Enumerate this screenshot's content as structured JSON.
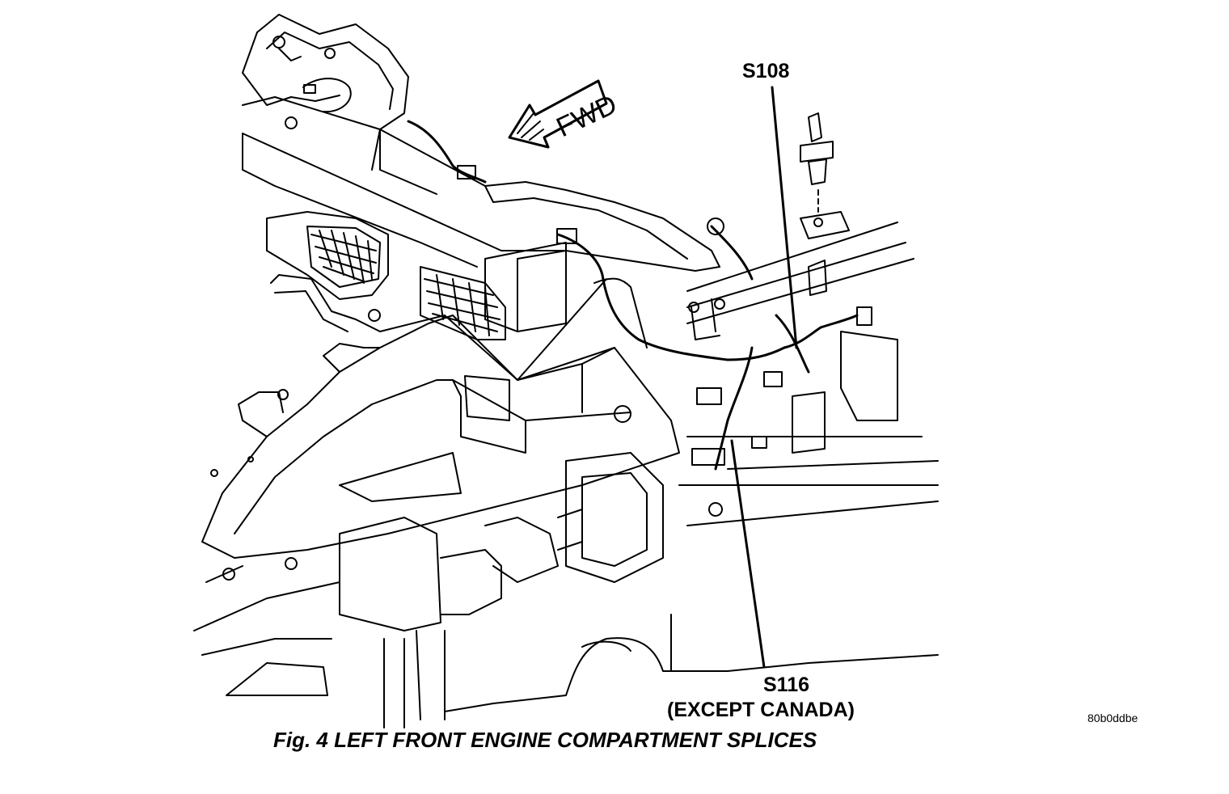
{
  "labels": {
    "splice_s108": "S108",
    "splice_s116": "S116",
    "splice_s116_note": "(EXCEPT CANADA)",
    "forward_arrow": "FWD",
    "image_code": "80b0ddbe"
  },
  "caption": "Fig. 4 LEFT FRONT ENGINE COMPARTMENT SPLICES"
}
